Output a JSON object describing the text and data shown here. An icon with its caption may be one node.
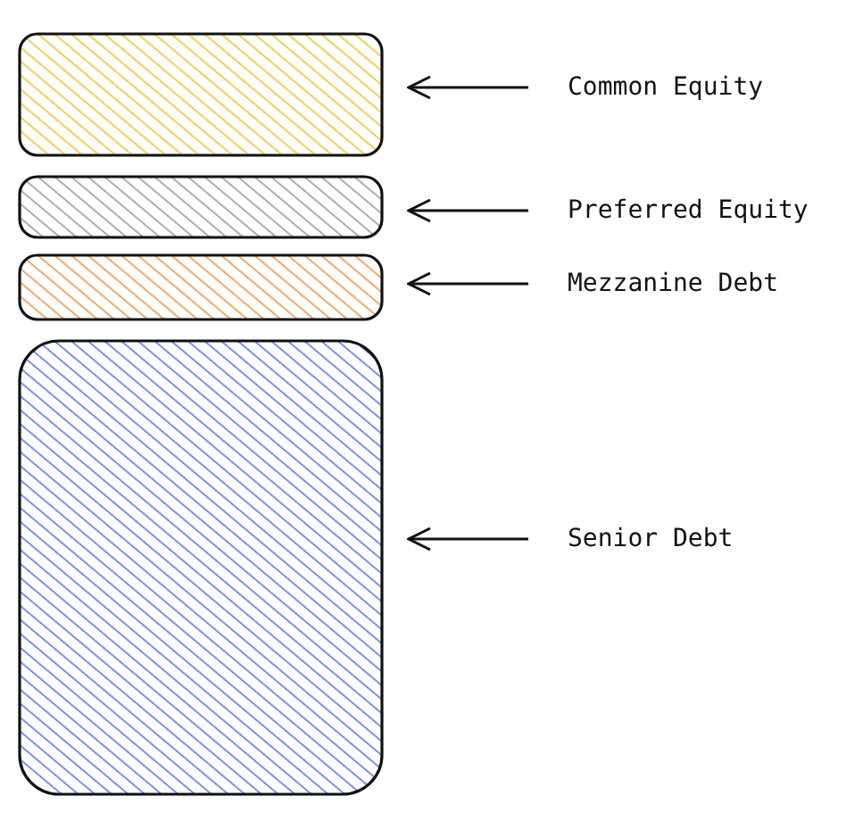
{
  "diagram": {
    "nodes": [
      {
        "text": [],
        "shape": "box"
      },
      {
        "text": [],
        "shape": "box"
      },
      {
        "text": [],
        "shape": "box"
      },
      {
        "text": [],
        "shape": "box"
      },
      {
        "text": [
          "Common Equity"
        ]
      },
      {
        "text": [
          "Preferred Equity"
        ]
      },
      {
        "text": [
          "Mezzanine Debt"
        ]
      },
      {
        "text": [
          "Senior Debt"
        ]
      }
    ],
    "edges": [
      {
        "from": 4,
        "to": 0,
        "arrow": "to"
      },
      {
        "from": 5,
        "to": 1,
        "arrow": "to"
      },
      {
        "from": 6,
        "to": 2,
        "arrow": "to"
      },
      {
        "from": 7,
        "to": 3,
        "arrow": "to"
      }
    ]
  }
}
